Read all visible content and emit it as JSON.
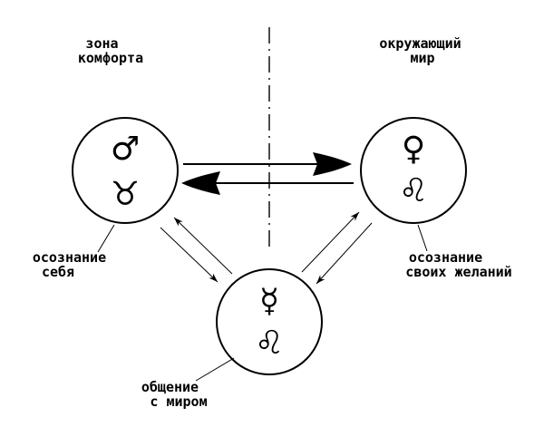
{
  "labels": {
    "comfort_zone": [
      "зона",
      "комфорта"
    ],
    "world": [
      "окружающий",
      "мир"
    ],
    "self_awareness": [
      "осознание",
      "себя"
    ],
    "desire_awareness": [
      "осознание",
      "своих желаний"
    ],
    "world_communication": [
      "общение",
      "с миром"
    ]
  },
  "nodes": {
    "self": {
      "top_symbol": "♂",
      "bottom_symbol": "♉"
    },
    "desires": {
      "top_symbol": "♀",
      "bottom_symbol": "♌"
    },
    "communication": {
      "top_symbol": "☿",
      "bottom_symbol": "♌"
    }
  },
  "colors": {
    "ink": "#000000",
    "background": "#ffffff"
  }
}
